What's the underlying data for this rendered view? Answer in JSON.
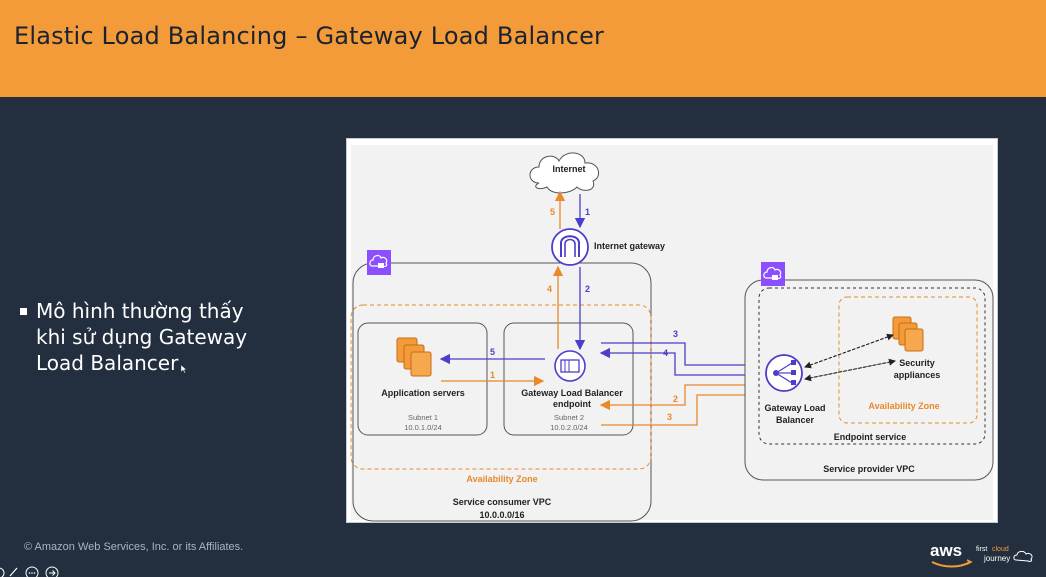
{
  "slide": {
    "title": "Elastic Load Balancing – Gateway Load Balancer",
    "bullet_lines": [
      "Mô hình thường thấy",
      "khi sử dụng Gateway",
      "Load Balancer"
    ],
    "copyright": "© Amazon Web Services, Inc. or its Affiliates.",
    "logo": {
      "aws": "aws",
      "first": "first",
      "cloud": "cloud",
      "journey": "journey"
    }
  },
  "diagram": {
    "internet": "Internet",
    "internet_gateway": "Internet gateway",
    "consumer_vpc": {
      "name": "Service consumer VPC",
      "cidr": "10.0.0.0/16"
    },
    "availability_zone_left": "Availability Zone",
    "app_servers": {
      "label": "Application servers",
      "subnet": "Subnet 1",
      "cidr": "10.0.1.0/24"
    },
    "glb_endpoint": {
      "label_line1": "Gateway Load Balancer",
      "label_line2": "endpoint",
      "subnet": "Subnet 2",
      "cidr": "10.0.2.0/24"
    },
    "provider_vpc": "Service provider VPC",
    "endpoint_service": "Endpoint service",
    "glb": {
      "label_line1": "Gateway Load",
      "label_line2": "Balancer"
    },
    "security_appliances": {
      "line1": "Security",
      "line2": "appliances"
    },
    "availability_zone_right": "Availability Zone",
    "step_labels": {
      "s1": "1",
      "s2": "2",
      "s3": "3",
      "s4": "4",
      "s5": "5"
    },
    "colors": {
      "orange": "#e8892b",
      "purple": "#4b3ec9",
      "vpc_icon": "#8c4fff",
      "header": "#f29b38",
      "background": "#232f3e"
    }
  },
  "icons": {
    "vpc_icon": "vpc-cloud-lock-icon",
    "gateway": "internet-gateway-icon",
    "endpoint": "glb-endpoint-icon",
    "glb": "load-balancer-icon",
    "servers": "servers-stack-icon",
    "appliances": "appliances-stack-icon"
  }
}
